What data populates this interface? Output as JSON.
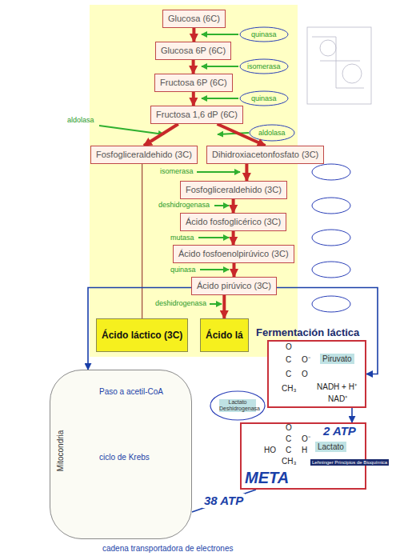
{
  "diagram": {
    "nodes": [
      {
        "text": [
          "Glucosa (6C)"
        ]
      },
      {
        "text": [
          "Glucosa 6P (6C)"
        ]
      },
      {
        "text": [
          "Fructosa 6P (6C)"
        ]
      },
      {
        "text": [
          "Fructosa 1,6 dP (6C)"
        ]
      },
      {
        "text": [
          "Fosfogliceraldehido (3C)"
        ]
      },
      {
        "text": [
          "Dihidroxiacetonfosfato (3C)"
        ]
      },
      {
        "text": [
          "Fosfogliceraldehido (3C)"
        ]
      },
      {
        "text": [
          "Ácido fosfoglicérico (3C)"
        ]
      },
      {
        "text": [
          "Ácido fosfoenolpirúvico (3C)"
        ]
      },
      {
        "text": [
          "Ácido pirúvico (3C)"
        ]
      },
      {
        "text": [
          "Ácido láctico (3C)"
        ]
      },
      {
        "text": [
          "Ácido lá"
        ]
      },
      {
        "text": [
          "Fermentación láctica",
          "Piruvato"
        ]
      },
      {
        "text": [
          "Lactato",
          "Lehninger Principios de Bioquímica",
          "META"
        ]
      },
      {
        "text": [
          "Lactato Deshidrogenasa"
        ]
      },
      {
        "text": [
          "Mitocondria"
        ]
      }
    ],
    "edges": [
      {
        "from": 0,
        "to": 1,
        "arrow": "to"
      },
      {
        "from": 1,
        "to": 2,
        "arrow": "to"
      },
      {
        "from": 2,
        "to": 3,
        "arrow": "to"
      },
      {
        "from": 3,
        "to": 4,
        "arrow": "to"
      },
      {
        "from": 3,
        "to": 5,
        "arrow": "to"
      },
      {
        "from": 5,
        "to": 6,
        "arrow": "to"
      },
      {
        "from": 6,
        "to": 7,
        "arrow": "to"
      },
      {
        "from": 7,
        "to": 8,
        "arrow": "to"
      },
      {
        "from": 8,
        "to": 9,
        "arrow": "to"
      },
      {
        "from": 9,
        "to": 11,
        "arrow": "to"
      },
      {
        "from": 4,
        "to": 10,
        "arrow": "none"
      },
      {
        "from": 9,
        "to": 15,
        "arrow": "to"
      },
      {
        "from": 9,
        "to": 12,
        "arrow": "to"
      },
      {
        "from": 12,
        "to": 13,
        "arrow": "to"
      },
      {
        "from": 15,
        "to": 13,
        "label": "38 ATP",
        "arrow": "none"
      }
    ],
    "labels": [
      "quinasa",
      "isomerasa",
      "quinasa",
      "aldolasa",
      "aldolasa",
      "isomerasa",
      "deshidrogenasa",
      "mutasa",
      "quinasa",
      "deshidrogenasa",
      "Paso a acetil-CoA",
      "ciclo de Krebs",
      "cadena transportadora de electrones",
      "2 ATP",
      "NADH + H⁺",
      "NAD⁺",
      "O",
      "C",
      "O⁻",
      "C",
      "O",
      "CH₃",
      "O",
      "C",
      "O⁻",
      "HO",
      "C",
      "H",
      "CH₃"
    ]
  }
}
